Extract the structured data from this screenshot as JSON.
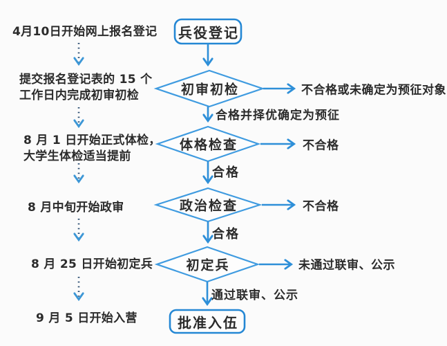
{
  "colors": {
    "line_blue": "#2e8fd8",
    "diamond_blue": "#3f9be0",
    "box_blue": "#2487d4",
    "dotted_navy": "#27496e",
    "text": "#2b2b2b",
    "background": "#fbfbfb"
  },
  "timeline": {
    "steps": [
      "4月10日开始网上报名登记",
      "提交报名登记表的 15 个\n工作日内完成初审初检",
      "8 月 1 日开始正式体检，\n大学生体检适当提前",
      "8 月中旬开始政审",
      "8 月 25 日开始初定兵",
      "9 月 5 日开始入营"
    ]
  },
  "flow": {
    "start": "兵役登记",
    "decisions": [
      "初审初检",
      "体格检查",
      "政治检查",
      "初定兵"
    ],
    "end": "批准入伍"
  },
  "labels": {
    "pass1": "合格并择优确定为预征",
    "fail1": "不合格或未确定为预征对象",
    "pass2": "合格",
    "fail2": "不合格",
    "pass3": "合格",
    "fail3": "不合格",
    "pass4": "通过联审、公示",
    "fail4": "未通过联审、公示"
  }
}
